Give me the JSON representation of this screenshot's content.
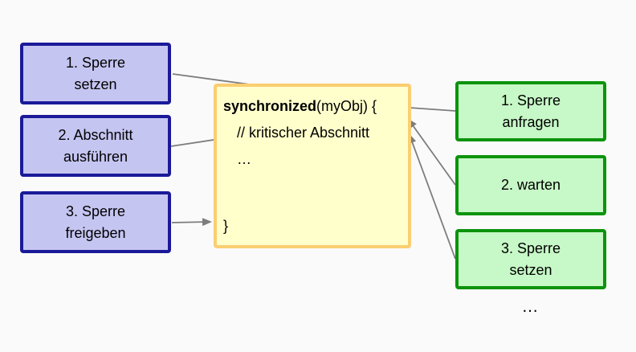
{
  "colors": {
    "background": "#fafafa",
    "purple_fill": "#c5c5f2",
    "purple_border": "#1a1a99",
    "green_fill": "#c7f8c7",
    "green_border": "#0d930d",
    "yellow_fill": "#ffffcc",
    "yellow_border": "#fbce71",
    "arrow": "#7d7d7d",
    "text": "#000000"
  },
  "left_column": {
    "boxes": [
      {
        "lines": [
          "1. Sperre",
          "setzen"
        ]
      },
      {
        "lines": [
          "2. Abschnitt",
          "ausführen"
        ]
      },
      {
        "lines": [
          "3. Sperre",
          "freigeben"
        ]
      }
    ]
  },
  "code_box": {
    "keyword": "synchronized",
    "line1_rest": "(myObj) {",
    "line2": "// kritischer Abschnitt",
    "line3": "…",
    "closing_brace": "}"
  },
  "right_column": {
    "boxes": [
      {
        "lines": [
          "1. Sperre",
          "anfragen"
        ]
      },
      {
        "lines": [
          "2. warten"
        ]
      },
      {
        "lines": [
          "3. Sperre",
          "setzen"
        ]
      }
    ]
  },
  "ellipsis": "…"
}
